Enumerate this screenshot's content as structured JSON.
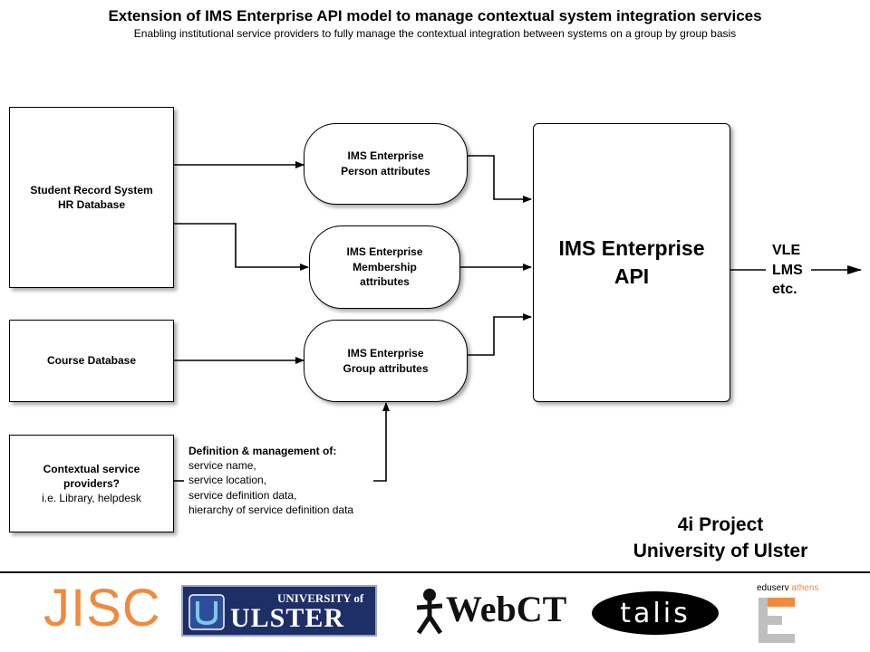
{
  "header": {
    "title": "Extension of IMS Enterprise API model to manage contextual system integration services",
    "subtitle": "Enabling institutional service providers to fully manage the contextual integration between systems on a group by group basis"
  },
  "sources": {
    "student_record": [
      "Student Record System",
      "HR Database"
    ],
    "course_db": "Course Database",
    "contextual": {
      "title_lines": [
        "Contextual service",
        "providers?"
      ],
      "note": "i.e. Library, helpdesk"
    }
  },
  "attributes": {
    "person": [
      "IMS Enterprise",
      "Person attributes"
    ],
    "membership": [
      "IMS Enterprise",
      "Membership",
      "attributes"
    ],
    "group": [
      "IMS Enterprise",
      "Group attributes"
    ]
  },
  "api": [
    "IMS Enterprise",
    "API"
  ],
  "outputs": [
    "VLE",
    "LMS",
    "etc."
  ],
  "definitions": {
    "heading": "Definition & management of:",
    "items": [
      "service name,",
      "service location,",
      "service definition data,",
      "hierarchy of service definition data"
    ]
  },
  "project": [
    "4i Project",
    "University of Ulster"
  ],
  "logos": {
    "jisc": "JISC",
    "ulster_top": "UNIVERSITY of",
    "ulster_bottom": "ULSTER",
    "webct": "WebCT",
    "talis": "talis",
    "eduserv": "eduserv athens"
  },
  "colors": {
    "jisc": "#f08a3c",
    "ulster": "#1e2e66",
    "eduserv_accent": "#f08a3c"
  }
}
